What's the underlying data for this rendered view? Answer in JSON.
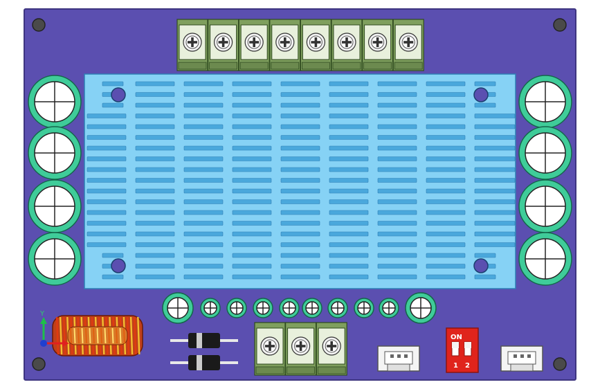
{
  "colors": {
    "board": "#5b4fb0",
    "board_edge": "#3e3580",
    "heatsink": "#86d2f5",
    "heatsink_fin": "#4aa8dc",
    "terminal_block": "#7f9f5e",
    "screw": "#f2f2f2",
    "cap_ring": "#3fcc99",
    "cap_face": "#ffffff",
    "dip_switch": "#e0241c",
    "connector": "#f4f4f4",
    "toroid_core": "#d04a1a",
    "toroid_winding": "#f0c030",
    "diode_body": "#1a1a1a"
  },
  "dip_switch": {
    "on_label": "ON",
    "position_labels": [
      "1",
      "2"
    ]
  },
  "axis_triad": {
    "y_label": "Y"
  },
  "icons": {
    "screw_head": "phillips-cross-icon",
    "mounting_hole": "circle-hole-icon",
    "capacitor_top": "cross-circle-icon"
  }
}
